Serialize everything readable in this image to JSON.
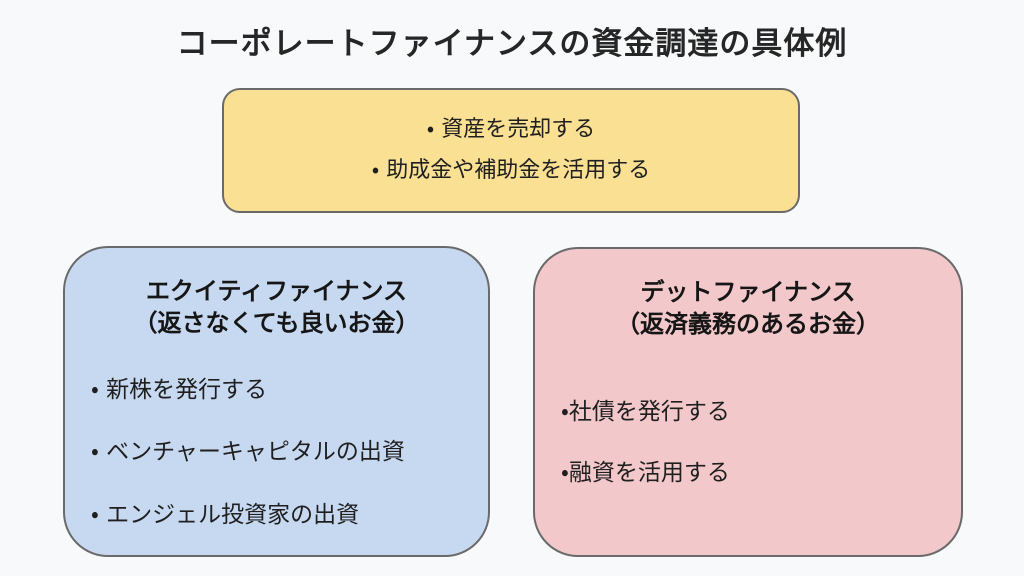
{
  "title": "コーポレートファイナンスの資金調達の具体例",
  "common_box": {
    "items": [
      "・ 資産を売却する",
      "・ 助成金や補助金を活用する"
    ]
  },
  "equity_box": {
    "title_line1": "エクイティファイナンス",
    "title_line2": "（返さなくても良いお金）",
    "items": [
      "・ 新株を発行する",
      "・ ベンチャーキャピタルの出資",
      "・ エンジェル投資家の出資"
    ]
  },
  "debt_box": {
    "title_line1": "デットファイナンス",
    "title_line2": "（返済義務のあるお金）",
    "items": [
      "・社債を発行する",
      "・融資を活用する"
    ]
  },
  "colors": {
    "background": "#f8f9fb",
    "common_box_bg": "#fae092",
    "equity_box_bg": "#c7d9f1",
    "debt_box_bg": "#f2c8ca",
    "box_border": "#6a6a6a",
    "text": "#1f1f1f"
  }
}
